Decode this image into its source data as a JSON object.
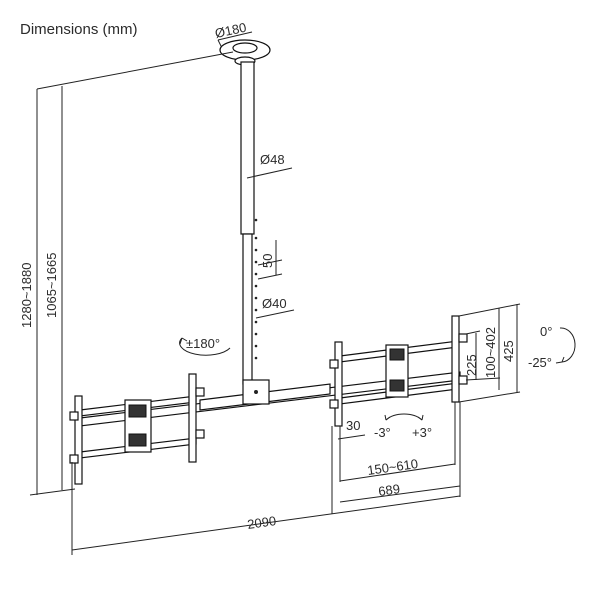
{
  "title": "Dimensions (mm)",
  "labels": {
    "plate_diameter": "Ø180",
    "pole_outer_diameter": "Ø48",
    "pole_inner_diameter": "Ø40",
    "hole_spacing": "50",
    "rotation": "±180°",
    "total_height": "1280~1880",
    "pole_height": "1065~1665",
    "total_width": "2090",
    "mount_width": "689",
    "vesa_horizontal": "150~610",
    "depth_offset": "30",
    "swivel_left": "-3°",
    "swivel_right": "+3°",
    "plate_height": "225",
    "vesa_vertical": "100~402",
    "mount_height": "425",
    "tilt_top": "0°",
    "tilt_bottom": "-25°"
  }
}
